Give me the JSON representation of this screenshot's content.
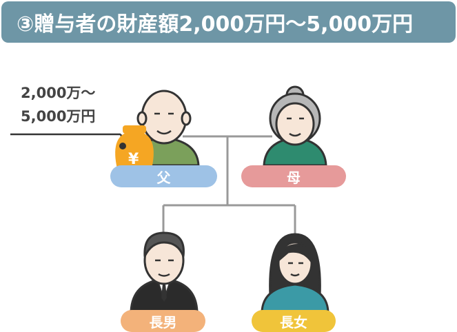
{
  "title": "③贈与者の財産額2,000万円～5,000万円",
  "amount": {
    "line1": "2,000万～",
    "line2": "5,000万円"
  },
  "people": {
    "father": {
      "label": "父",
      "color": "#9ec2e6"
    },
    "mother": {
      "label": "母",
      "color": "#e69a9a"
    },
    "eldest_son": {
      "label": "長男",
      "color": "#f3b27a"
    },
    "eldest_daughter": {
      "label": "長女",
      "color": "#f0c43a"
    }
  },
  "colors": {
    "title_bg": "#6e96a6",
    "connector": "#999999",
    "money_bag": "#f5a623",
    "outline": "#333333"
  }
}
